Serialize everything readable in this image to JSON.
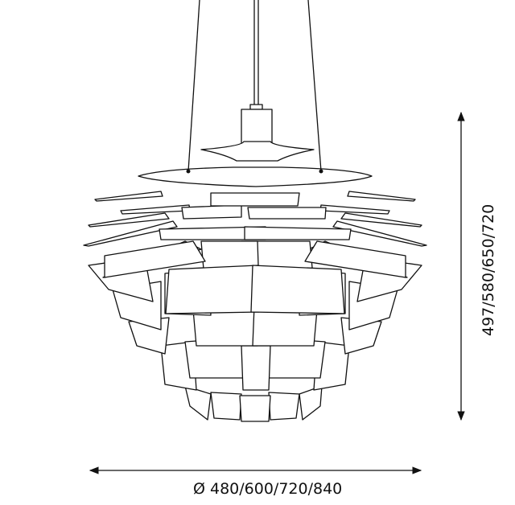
{
  "title": "Pendant lamp dimension drawing",
  "dimensions": {
    "width_label": "Ø 480/600/720/840",
    "height_label": "497/580/650/720"
  },
  "colors": {
    "line": "#111111",
    "background": "#ffffff"
  }
}
